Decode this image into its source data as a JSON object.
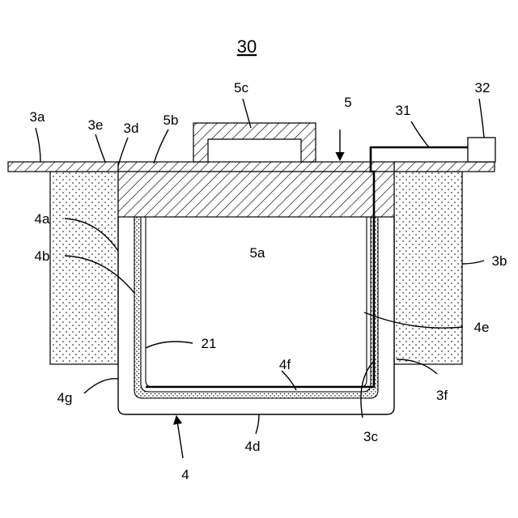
{
  "figure": {
    "number": "30",
    "labels": {
      "l_3a": "3a",
      "l_3e": "3e",
      "l_3d": "3d",
      "l_5b": "5b",
      "l_5c": "5c",
      "l_5": "5",
      "l_31": "31",
      "l_32": "32",
      "l_4a": "4a",
      "l_4b": "4b",
      "l_5a": "5a",
      "l_3b": "3b",
      "l_4e": "4e",
      "l_21": "21",
      "l_4f": "4f",
      "l_4g": "4g",
      "l_3f": "3f",
      "l_4d": "4d",
      "l_3c": "3c",
      "l_4": "4"
    }
  }
}
